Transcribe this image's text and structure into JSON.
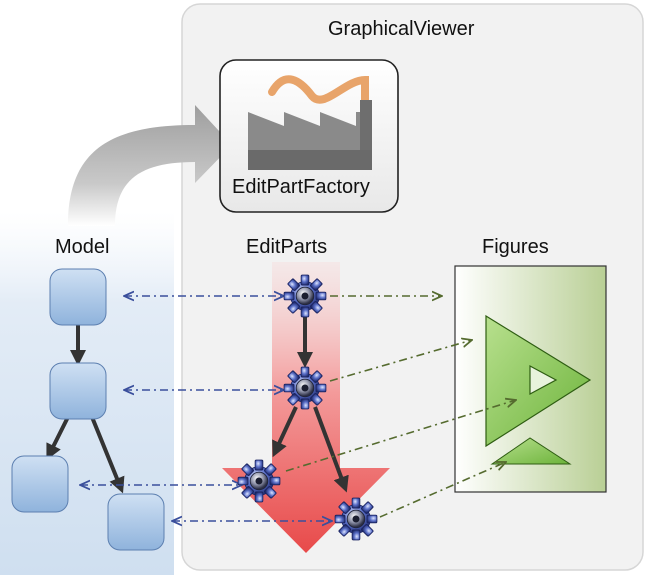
{
  "viewer": {
    "title": "GraphicalViewer"
  },
  "factory": {
    "label": "EditPartFactory",
    "icon": "factory-icon"
  },
  "columns": {
    "model": "Model",
    "editparts": "EditParts",
    "figures": "Figures"
  },
  "colors": {
    "model_panel": "#dbe7f3",
    "model_node": "#a9c6e6",
    "viewer_bg": "#f2f2f2",
    "editpart_arrow": "#ec6b6b",
    "figure_fill": "#8fc45c",
    "model_link": "#3a4f9c",
    "figure_link": "#556b2f"
  }
}
